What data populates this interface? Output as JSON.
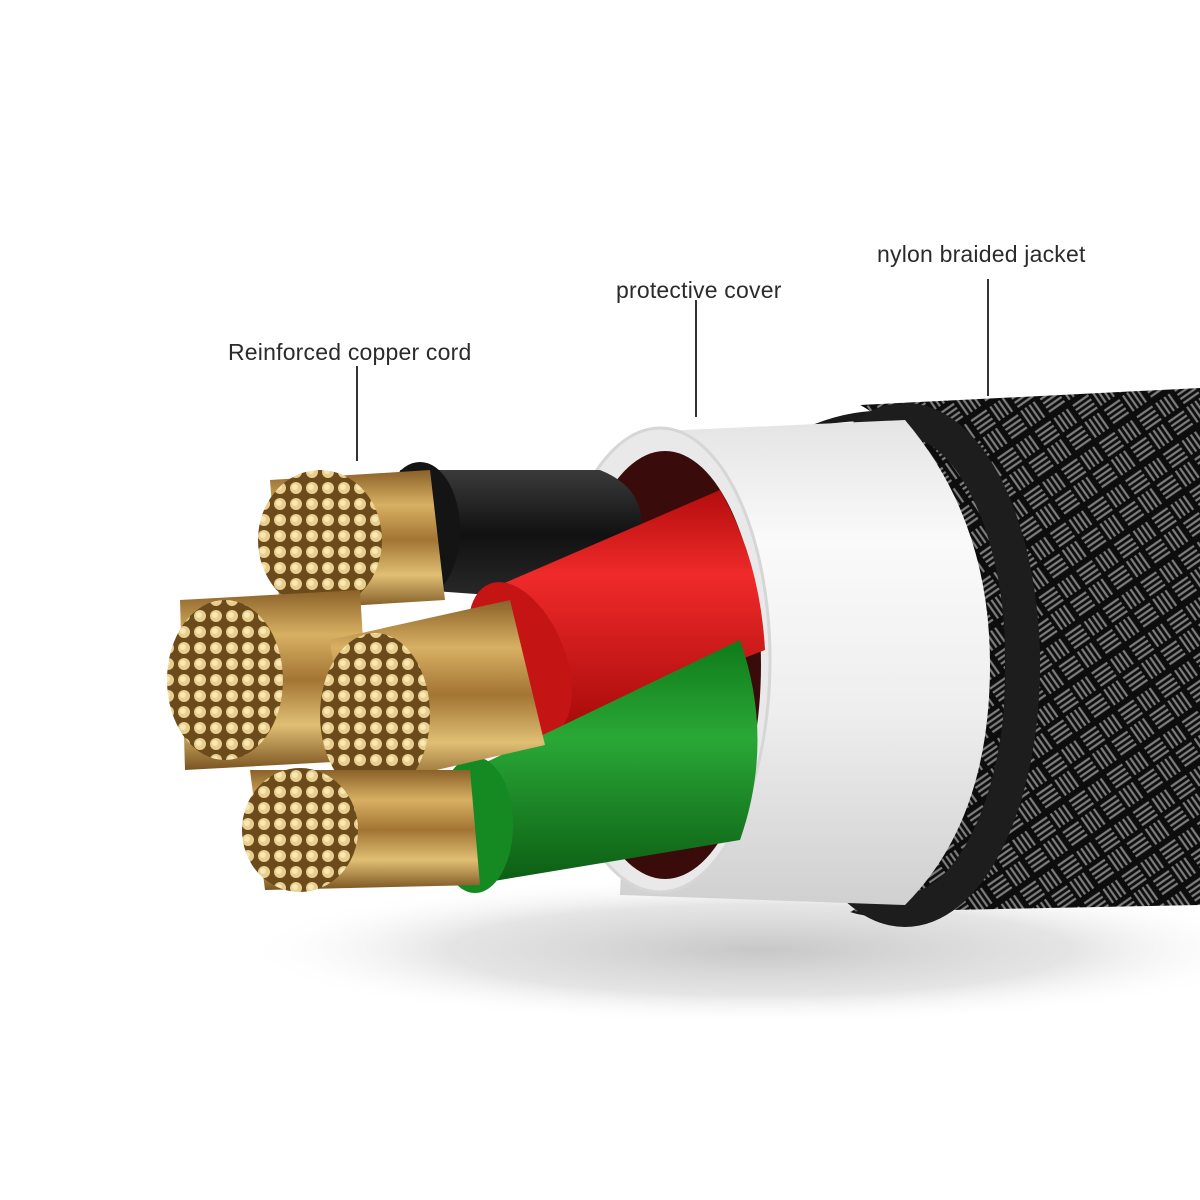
{
  "diagram": {
    "type": "cable-cross-section",
    "labels": [
      {
        "id": "copper",
        "text": "Reinforced copper cord"
      },
      {
        "id": "cover",
        "text": "protective cover"
      },
      {
        "id": "jacket",
        "text": "nylon braided jacket"
      }
    ],
    "parts": [
      {
        "name": "copper strands",
        "color": "#c9a04a"
      },
      {
        "name": "black core insulation",
        "color": "#1a1a1a"
      },
      {
        "name": "red core insulation",
        "color": "#e01818"
      },
      {
        "name": "green core insulation",
        "color": "#1e9a2a"
      },
      {
        "name": "protective cover",
        "color": "#f2f2f2"
      },
      {
        "name": "nylon braided jacket",
        "color": "#1c1c1c"
      }
    ]
  }
}
